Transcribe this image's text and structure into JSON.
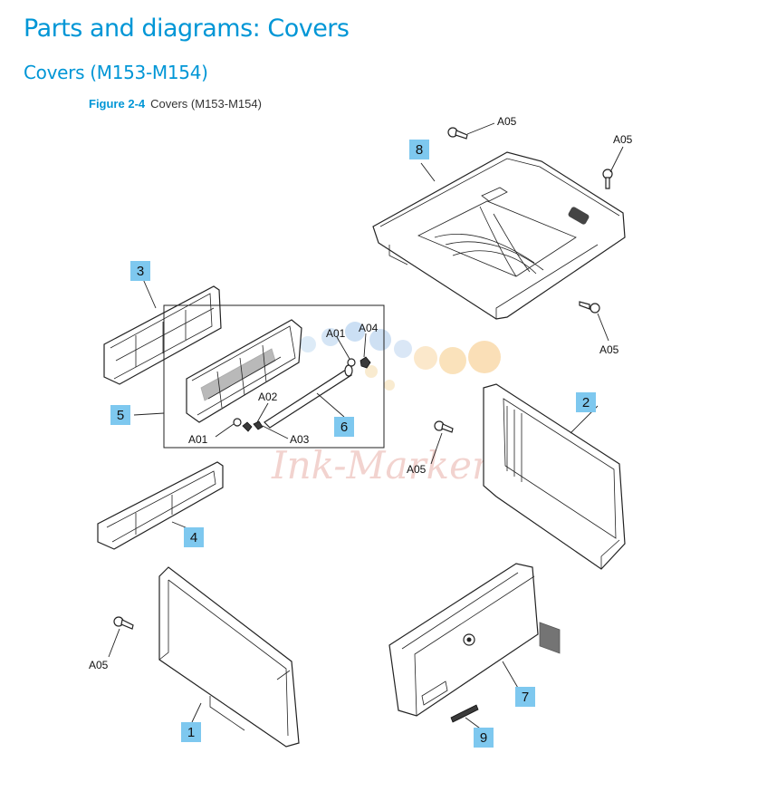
{
  "page": {
    "title": "Parts and diagrams: Covers",
    "subtitle": "Covers (M153-M154)"
  },
  "figure": {
    "label": "Figure 2-4",
    "caption": "Covers (M153-M154)"
  },
  "callouts": {
    "c1": "1",
    "c2": "2",
    "c3": "3",
    "c4": "4",
    "c5": "5",
    "c6": "6",
    "c7": "7",
    "c8": "8",
    "c9": "9"
  },
  "subparts": {
    "a05_top": "A05",
    "a05_top_right": "A05",
    "a05_right": "A05",
    "a05_mid": "A05",
    "a05_left": "A05",
    "a01_top": "A01",
    "a04": "A04",
    "a02": "A02",
    "a01_bottom": "A01",
    "a03": "A03"
  },
  "watermark": {
    "text": "Ink-Marker"
  },
  "colors": {
    "heading": "#0096d6",
    "callout_fill": "#7ec8ef"
  }
}
